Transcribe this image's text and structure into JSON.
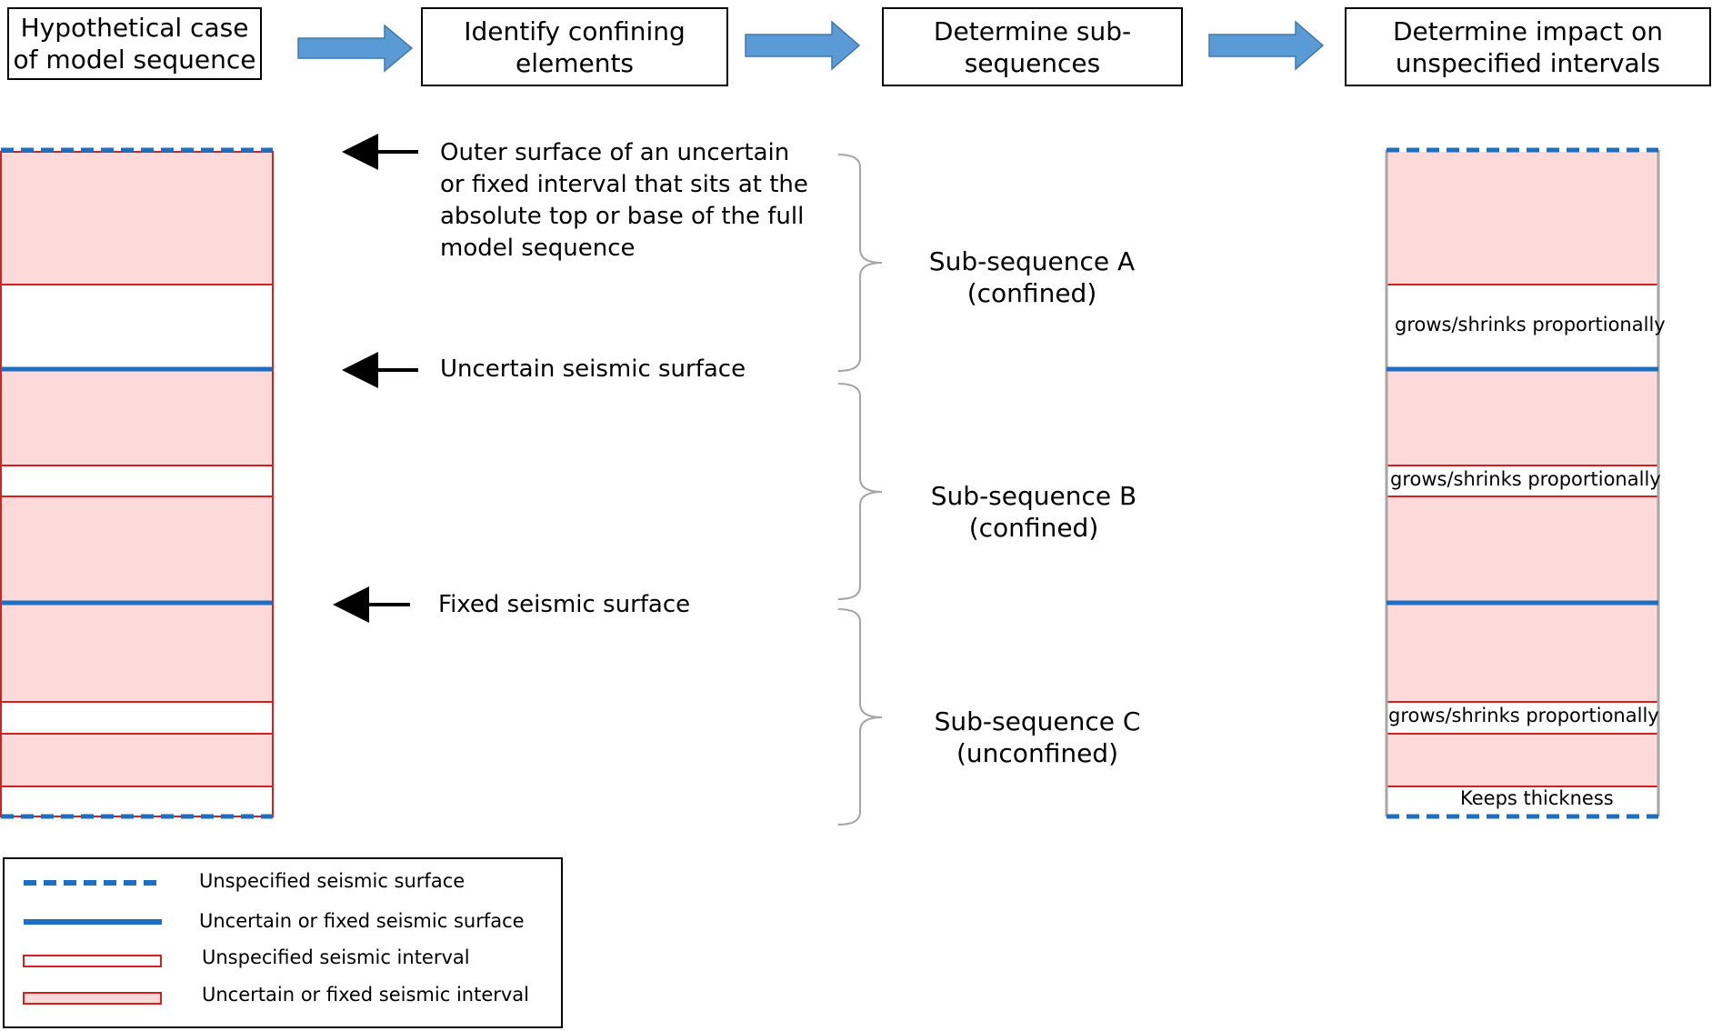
{
  "steps": [
    {
      "label": "Hypothetical case\nof model sequence"
    },
    {
      "label": "Identify confining\nelements"
    },
    {
      "label": "Determine sub-\nsequences"
    },
    {
      "label": "Determine impact on\nunspecified intervals"
    }
  ],
  "annotations": {
    "outer_surface": "Outer surface of an uncertain\nor fixed interval that sits at the\nabsolute top or base of the full\nmodel sequence",
    "uncertain_surface": "Uncertain seismic surface",
    "fixed_surface": "Fixed seismic surface"
  },
  "subsequences": [
    {
      "label": "Sub-sequence  A\n(confined)"
    },
    {
      "label": "Sub-sequence  B\n(confined)"
    },
    {
      "label": "Sub-sequence  C\n(unconfined)"
    }
  ],
  "impact": {
    "grows_a": "grows/shrinks proportionally",
    "grows_b": "grows/shrinks proportionally",
    "grows_c": "grows/shrinks proportionally",
    "keeps": "Keeps thickness"
  },
  "legend": {
    "unspecified_surface": "Unspecified seismic surface",
    "uncertain_fixed_surface": "Uncertain or fixed seismic surface",
    "unspecified_interval": "Unspecified seismic interval",
    "uncertain_fixed_interval": "Uncertain or fixed seismic interval"
  },
  "colors": {
    "interval_fill": "#fdd9d9",
    "interval_edge": "#d32020",
    "surface_blue": "#1c6fc1",
    "arrow_blue": "#5b9bd5"
  }
}
